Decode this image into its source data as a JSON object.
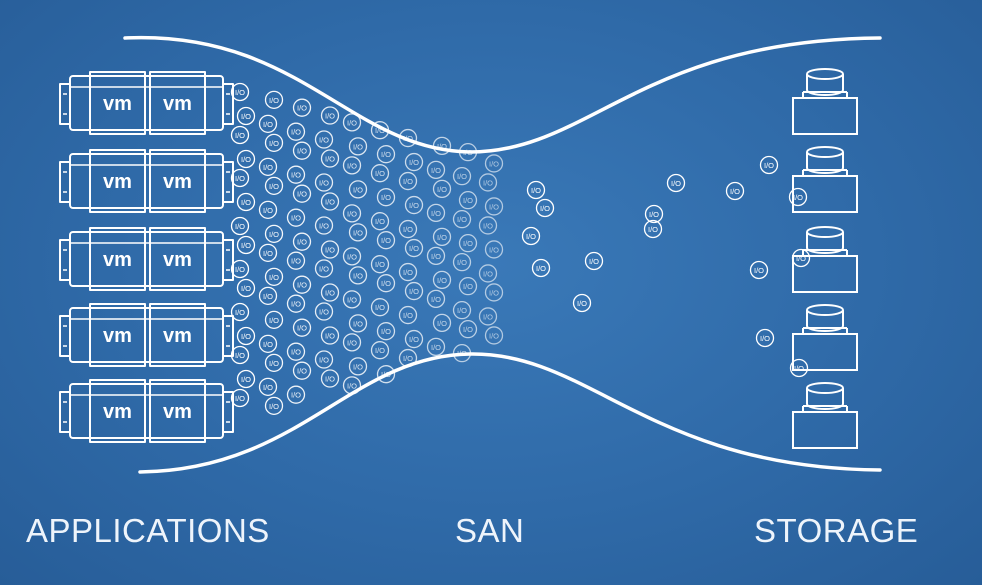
{
  "labels": {
    "applications": "APPLICATIONS",
    "san": "SAN",
    "storage": "STORAGE"
  },
  "server_vm_label": "vm",
  "io_label": "I/O",
  "colors": {
    "background": "#2f6aa8",
    "line": "#ffffff"
  }
}
